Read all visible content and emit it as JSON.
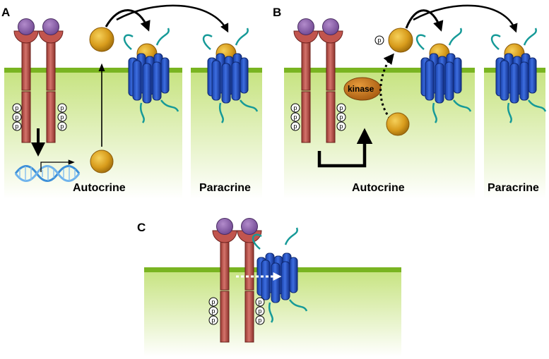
{
  "panels": {
    "a": {
      "letter": "A",
      "autocrine_label": "Autocrine",
      "paracrine_label": "Paracrine"
    },
    "b": {
      "letter": "B",
      "autocrine_label": "Autocrine",
      "paracrine_label": "Paracrine",
      "kinase_label": "kinase"
    },
    "c": {
      "letter": "C"
    }
  },
  "phospho_label": "p",
  "colors": {
    "receptor": "#c1554e",
    "receptor_dark": "#7b2a26",
    "ligand_cap": "#8d62a8",
    "growth_factor": "#d89c1c",
    "gpcr": "#2553c8",
    "gpcr_dark": "#102c80",
    "gpcr_loop": "#169a98",
    "membrane": "#79b421",
    "cytoplasm_top": "#c6e37f",
    "cytoplasm_bottom": "#ffffff",
    "kinase": "#c4731b",
    "dna_blue": "#3d8fd8"
  },
  "icons": [
    "receptor-dimer-icon",
    "growth-factor-ball-icon",
    "gpcr-barrel-icon",
    "dna-helix-icon",
    "phosphate-icon",
    "kinase-ellipse-icon",
    "arrow-icon"
  ]
}
